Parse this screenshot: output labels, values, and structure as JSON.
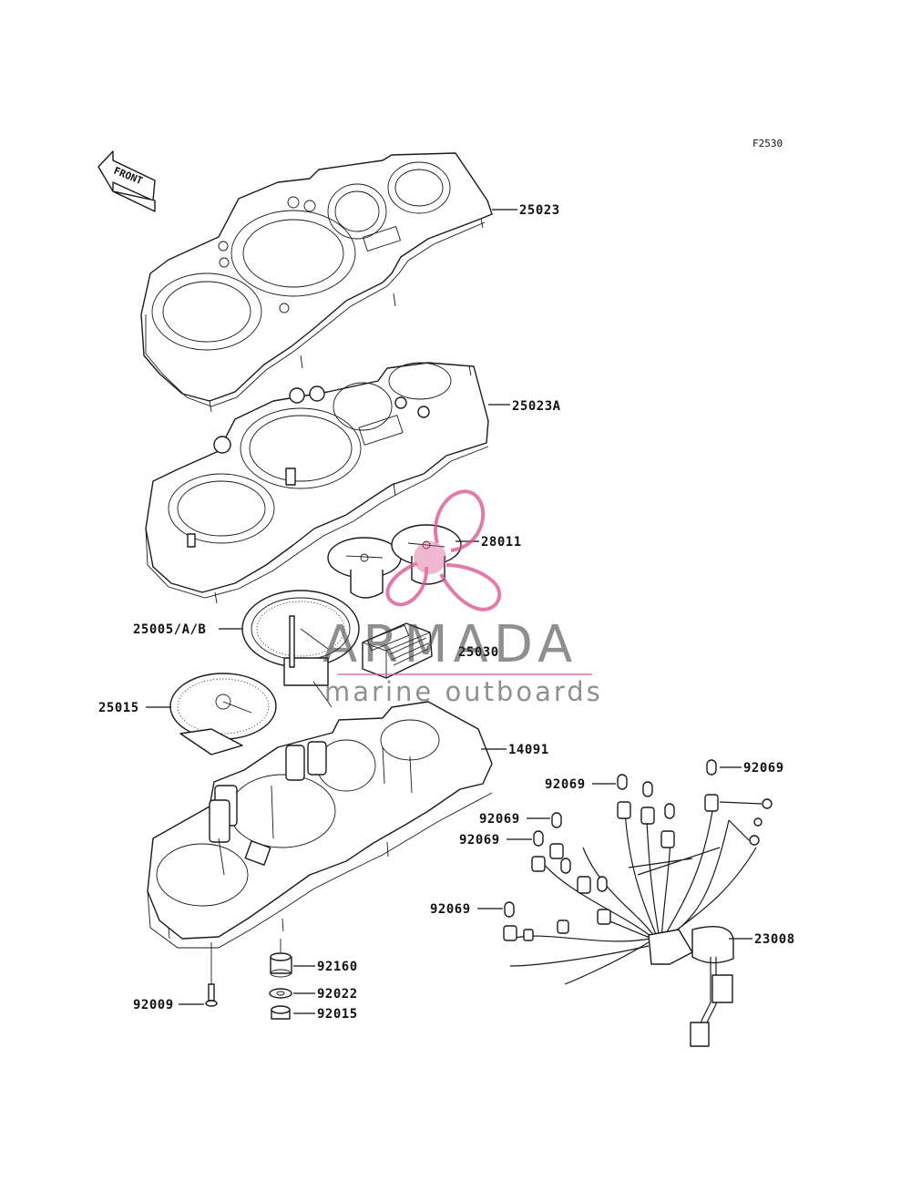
{
  "figure_id": "F2530",
  "front_label": "FRONT",
  "watermark": {
    "brand": "ARMADA",
    "tagline": "marine outboards",
    "accent_color": "#d9508f"
  },
  "callouts": [
    {
      "id": "c-25023",
      "text": "25023"
    },
    {
      "id": "c-25023a",
      "text": "25023A"
    },
    {
      "id": "c-28011",
      "text": "28011"
    },
    {
      "id": "c-25005",
      "text": "25005/A/B"
    },
    {
      "id": "c-25030",
      "text": "25030"
    },
    {
      "id": "c-25015",
      "text": "25015"
    },
    {
      "id": "c-14091",
      "text": "14091"
    },
    {
      "id": "c-92069-a",
      "text": "92069"
    },
    {
      "id": "c-92069-b",
      "text": "92069"
    },
    {
      "id": "c-92069-c",
      "text": "92069"
    },
    {
      "id": "c-92069-d",
      "text": "92069"
    },
    {
      "id": "c-92069-e",
      "text": "92069"
    },
    {
      "id": "c-23008",
      "text": "23008"
    },
    {
      "id": "c-92160",
      "text": "92160"
    },
    {
      "id": "c-92022",
      "text": "92022"
    },
    {
      "id": "c-92015",
      "text": "92015"
    },
    {
      "id": "c-92009",
      "text": "92009"
    }
  ]
}
